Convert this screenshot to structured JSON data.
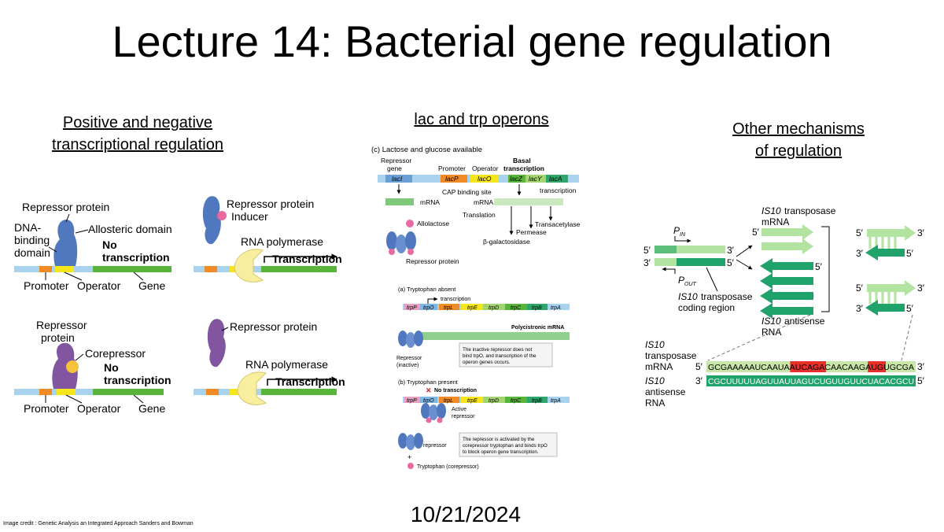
{
  "slide": {
    "title": "Lecture 14: Bacterial gene regulation",
    "date": "10/21/2024",
    "credit": "Image credit : Genetic Analysis an Integrated Approach Sanders and Bowman"
  },
  "left_panel": {
    "heading_line1": "Positive and negative",
    "heading_line2": "transcriptional regulation",
    "repressor_protein": "Repressor protein",
    "dna_binding": "DNA-",
    "binding": "binding",
    "domain": "domain",
    "allosteric_domain": "Allosteric domain",
    "no": "No",
    "transcription_word": "transcription",
    "promoter": "Promoter",
    "operator": "Operator",
    "gene": "Gene",
    "inducer": "Inducer",
    "rna_polymerase": "RNA polymerase",
    "transcription": "Transcription",
    "repressor": "Repressor",
    "protein": "protein",
    "corepressor": "Corepressor"
  },
  "middle_panel": {
    "heading": "lac and trp operons",
    "c_caption": "(c) Lactose and glucose available",
    "repressor": "Repressor",
    "gene": "gene",
    "promoter": "Promoter",
    "operator": "Operator",
    "basal": "Basal",
    "transcription": "transcription",
    "genes_lac": [
      "lacI",
      "lacP",
      "lacO",
      "lacZ",
      "lacY",
      "lacA"
    ],
    "cap_site": "CAP binding site",
    "mrna": "mRNA",
    "translation": "Translation",
    "transacetylase": "Transacetylase",
    "permease": "Permease",
    "galactosidase": "β-galactosidase",
    "allolactose": "Allolactose",
    "repressor_protein": "Repressor protein",
    "a_caption": "(a) Tryptophan absent",
    "genes_trp": [
      "trpP",
      "trpO",
      "trpL",
      "trpE",
      "trpD",
      "trpC",
      "trpB",
      "trpA"
    ],
    "polycistronic": "Polycistronic mRNA",
    "repressor_inactive_1": "Repressor",
    "repressor_inactive_2": "(inactive)",
    "note_a_1": "The inactive repressor does not",
    "note_a_2": "bind trpO, and transcription of the",
    "note_a_3": "operon genes occurs.",
    "b_caption": "(b) Tryptophan present",
    "no_transcription": "No transcription",
    "active": "Active",
    "repressor_word": "repressor",
    "note_b_1": "The repressor is activated by the",
    "note_b_2": "corepressor tryptophan and binds trpO",
    "note_b_3": "to block operon gene transcription.",
    "tryptophan": "Tryptophan (corepressor)",
    "plus": "+"
  },
  "right_panel": {
    "heading_line1": "Other mechanisms",
    "heading_line2": "of regulation",
    "is10": "IS10",
    "transposase": "transposase",
    "mrna": "mRNA",
    "antisense": "antisense",
    "rna": "RNA",
    "coding_region": "coding region",
    "five": "5′",
    "three": "3′",
    "p_in": "IN",
    "p_out": "OUT",
    "p_letter": "P",
    "mrna_seq": [
      {
        "text": "GCGAAAAAUCAAUA",
        "color": "#c8e6a8"
      },
      {
        "text": "AUCAGA",
        "color": "#e8302a"
      },
      {
        "text": "CAACAAG",
        "color": "#c8e6a8"
      },
      {
        "text": "AUG",
        "color": "#e8302a"
      },
      {
        "text": "UGCGA",
        "color": "#c8e6a8"
      }
    ],
    "antisense_seq": "CGCUUUUUAGUUAUUAGUCUGUUGUUCUACACGCU"
  },
  "colors": {
    "promoter_orange": "#f08a24",
    "operator_yellow": "#f5e61c",
    "gene_green": "#58b43a",
    "dna_blue": "#a9d2ee",
    "repressor_blue": "#4f78bf",
    "repressor_purple": "#8155a0",
    "polymerase_yellow": "#f7ef9e",
    "rna_green_dark": "#1fa36a",
    "rna_green_light": "#b3e3a1"
  }
}
